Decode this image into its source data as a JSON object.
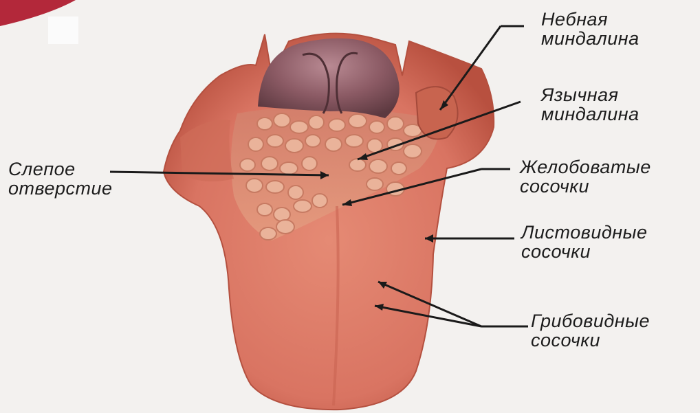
{
  "labels": {
    "palatine_tonsil": [
      "Небная",
      "миндалина"
    ],
    "lingual_tonsil": [
      "Язычная",
      "миндалина"
    ],
    "foramen_cecum": [
      "Слепое",
      "отверстие"
    ],
    "vallate_papillae": [
      "Желобоватые",
      "сосочки"
    ],
    "foliate_papillae": [
      "Листовидные",
      "сосочки"
    ],
    "fungiform_papillae": [
      "Грибовидные",
      "сосочки"
    ]
  },
  "colors": {
    "background": "#f3f1ef",
    "tongue_body": "#d97462",
    "tongue_shadow": "#b8503f",
    "tongue_highlight": "#ea9a85",
    "root_papillae": "#e59d80",
    "epiglottis": "#7a4f57",
    "lip_top": "#b3283a",
    "leader_line": "#1a1a1a",
    "label_text": "#1c1c1c"
  }
}
